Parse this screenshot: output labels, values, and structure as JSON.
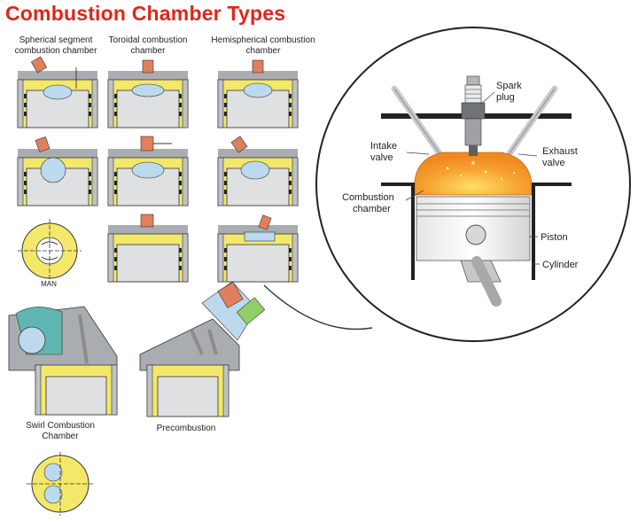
{
  "title": "Combustion Chamber Types",
  "captions": {
    "spherical": [
      "Spherical segment",
      "combustion chamber"
    ],
    "toroidal": [
      "Toroidal combustion",
      "chamber"
    ],
    "hemispherical": [
      "Hemispherical combustion",
      "chamber"
    ],
    "man": "MAN",
    "swirl": [
      "Swirl Combustion",
      "Chamber"
    ],
    "precombustion": "Precombustion"
  },
  "detail_labels": {
    "spark_plug": [
      "Spark",
      "plug"
    ],
    "intake_valve": [
      "Intake",
      "valve"
    ],
    "exhaust_valve": [
      "Exhaust",
      "valve"
    ],
    "combustion_chamber": [
      "Combustion",
      "chamber"
    ],
    "piston": "Piston",
    "cylinder": "Cylinder"
  },
  "colors": {
    "title": "#e0261b",
    "piston_yellow": "#f3e86a",
    "head_gray": "#a9adb1",
    "plug_orange": "#e0805a",
    "flame_orange": "#f39a2a",
    "teal": "#5fb6b0",
    "valve_green": "#8fcf6a"
  }
}
